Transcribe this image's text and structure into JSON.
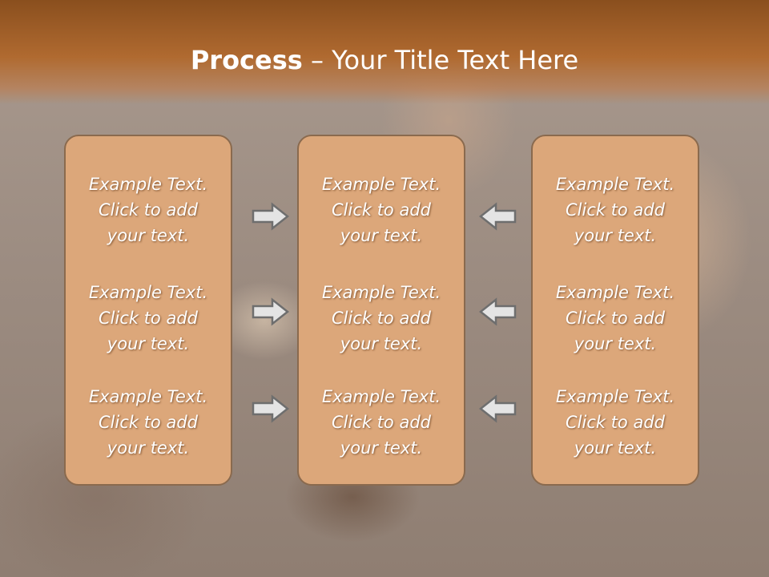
{
  "title": {
    "bold": "Process",
    "rest": " – Your Title Text Here"
  },
  "panels": {
    "left": [
      {
        "l1": "Example Text.",
        "l2": "Click  to add",
        "l3": "your text."
      },
      {
        "l1": "Example Text.",
        "l2": "Click  to add",
        "l3": "your text."
      },
      {
        "l1": "Example Text.",
        "l2": "Click  to add",
        "l3": "your text."
      }
    ],
    "center": [
      {
        "l1": "Example Text.",
        "l2": "Click  to add",
        "l3": "your text."
      },
      {
        "l1": "Example Text.",
        "l2": "Click  to add",
        "l3": "your text."
      },
      {
        "l1": "Example Text.",
        "l2": "Click  to add",
        "l3": "your text."
      }
    ],
    "right": [
      {
        "l1": "Example Text.",
        "l2": "Click  to add",
        "l3": "your text."
      },
      {
        "l1": "Example Text.",
        "l2": "Click  to add",
        "l3": "your text."
      },
      {
        "l1": "Example Text.",
        "l2": "Click  to add",
        "l3": "your text."
      }
    ]
  },
  "icons": {
    "left_arrows": "arrow-right-icon",
    "right_arrows": "arrow-left-icon"
  },
  "colors": {
    "header": "#b06a30",
    "panel_fill": "#dca77a",
    "panel_border": "#8a6a4e",
    "text": "#ffffff"
  }
}
